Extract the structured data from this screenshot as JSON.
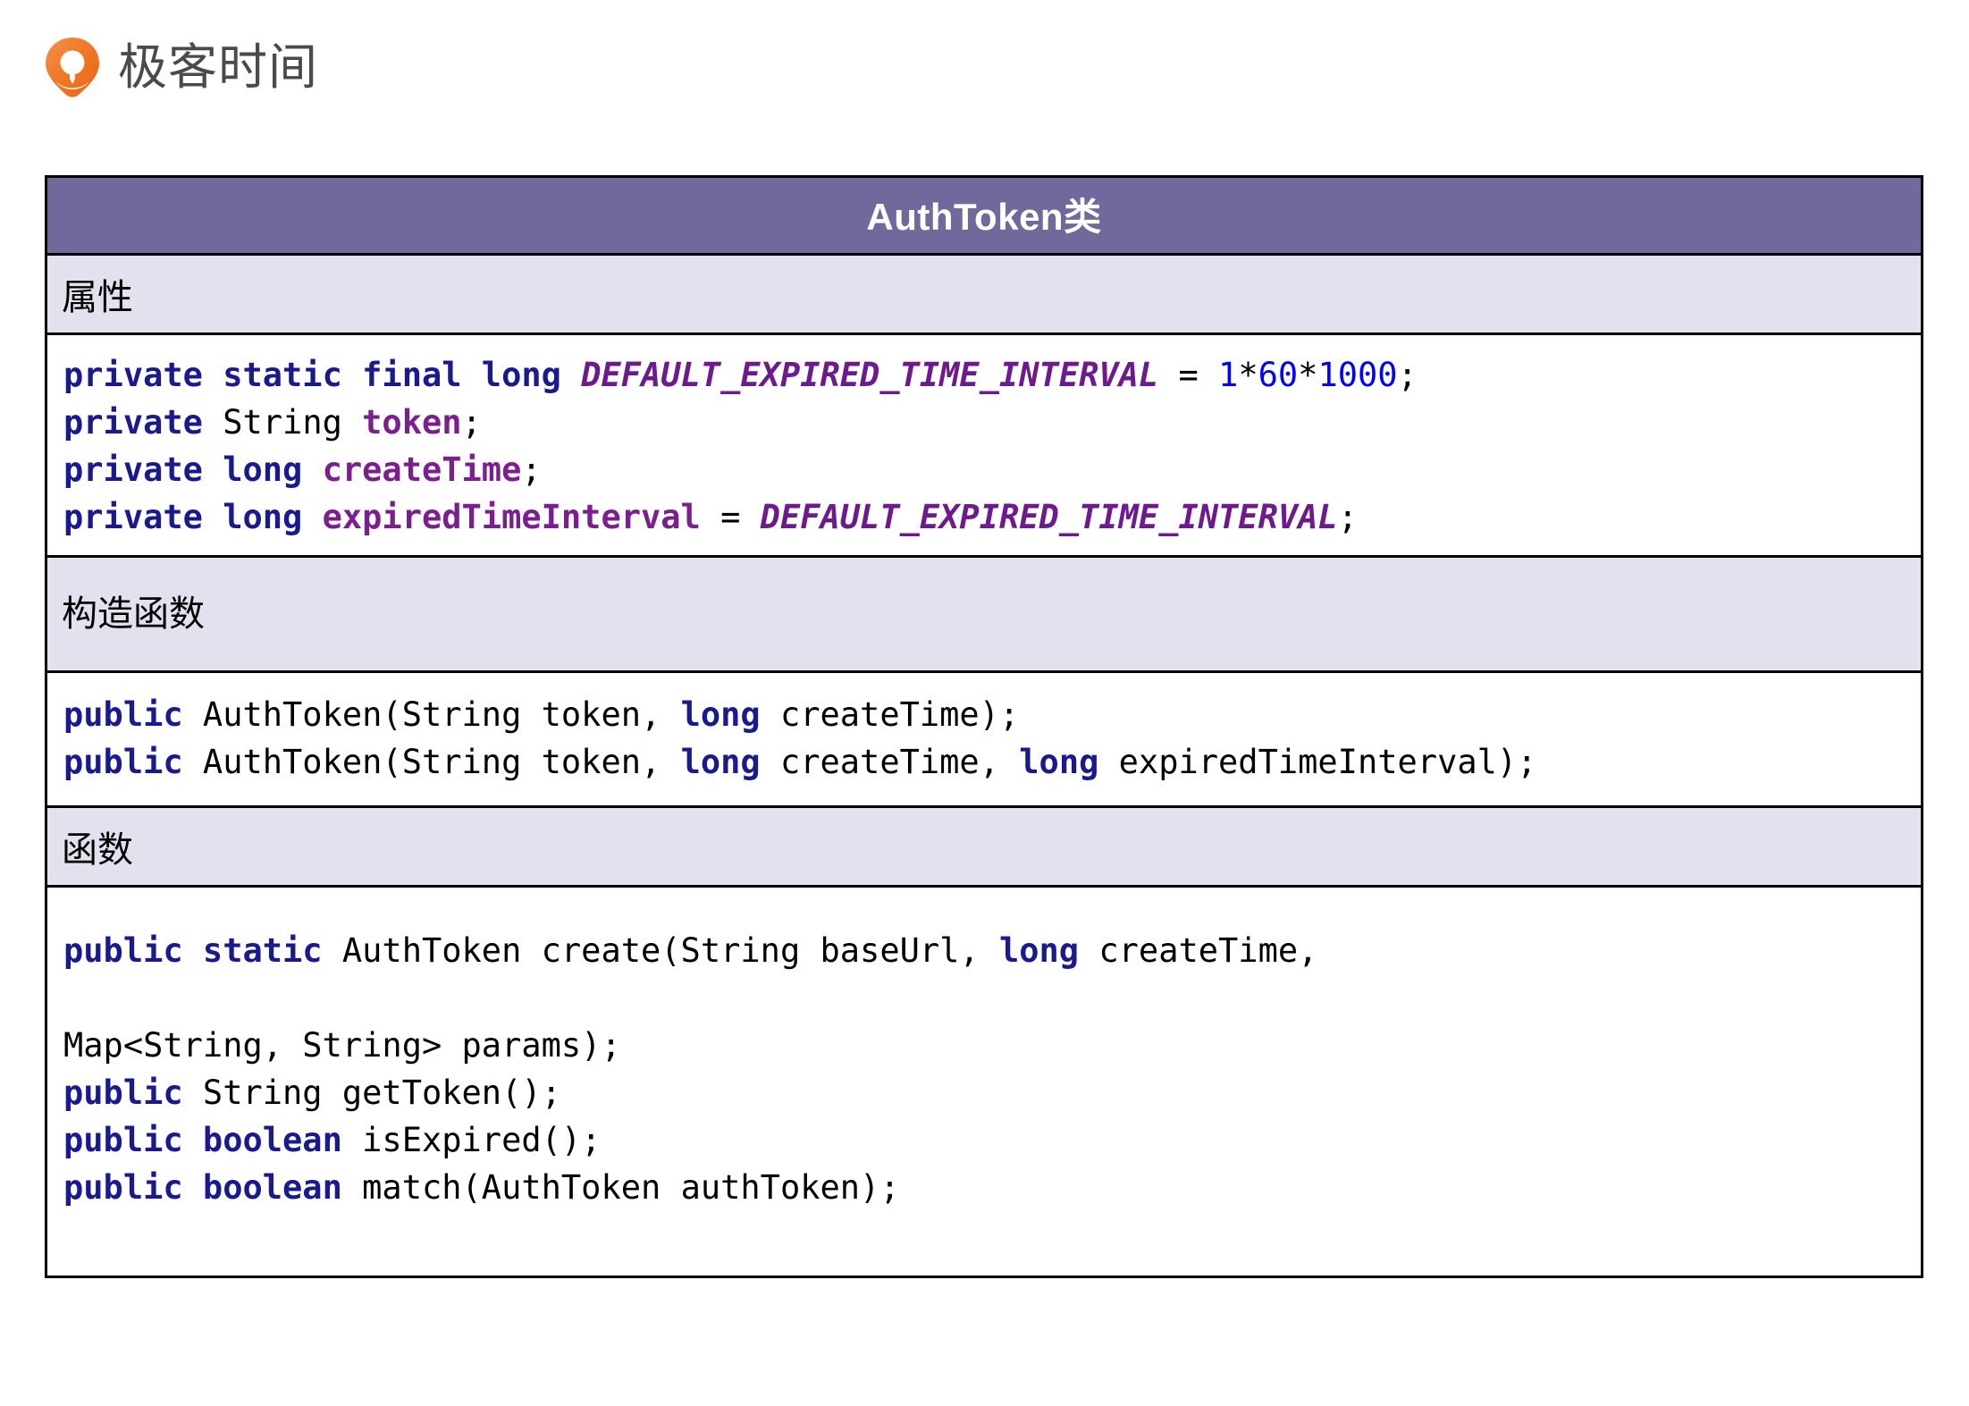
{
  "brand": {
    "logo_icon": "geektime-pin-icon",
    "name": "极客时间",
    "accent_color": "#ef7522"
  },
  "colors": {
    "header_bg": "#706a9c",
    "section_bg": "#e3e1ee",
    "border": "#000000",
    "keyword": "#1a1a8f",
    "number": "#0000ff",
    "constant": "#6d1b8c",
    "field": "#7c1f8e",
    "plain": "#000000"
  },
  "class_table": {
    "title": "AuthToken类",
    "sections": [
      {
        "label": "属性"
      },
      {
        "label": "构造函数"
      },
      {
        "label": "函数"
      }
    ],
    "attributes": [
      [
        {
          "t": "private static final long ",
          "c": "kw"
        },
        {
          "t": "DEFAULT_EXPIRED_TIME_INTERVAL",
          "c": "const"
        },
        {
          "t": " = ",
          "c": "plain"
        },
        {
          "t": "1",
          "c": "num"
        },
        {
          "t": "*",
          "c": "plain"
        },
        {
          "t": "60",
          "c": "num"
        },
        {
          "t": "*",
          "c": "plain"
        },
        {
          "t": "1000",
          "c": "num"
        },
        {
          "t": ";",
          "c": "plain"
        }
      ],
      [
        {
          "t": "private",
          "c": "kw"
        },
        {
          "t": " String ",
          "c": "plain"
        },
        {
          "t": "token",
          "c": "field"
        },
        {
          "t": ";",
          "c": "plain"
        }
      ],
      [
        {
          "t": "private long ",
          "c": "kw"
        },
        {
          "t": "createTime",
          "c": "field"
        },
        {
          "t": ";",
          "c": "plain"
        }
      ],
      [
        {
          "t": "private long ",
          "c": "kw"
        },
        {
          "t": "expiredTimeInterval",
          "c": "field"
        },
        {
          "t": " = ",
          "c": "plain"
        },
        {
          "t": "DEFAULT_EXPIRED_TIME_INTERVAL",
          "c": "const"
        },
        {
          "t": ";",
          "c": "plain"
        }
      ]
    ],
    "constructors": [
      [
        {
          "t": "public",
          "c": "kw"
        },
        {
          "t": " AuthToken(String token, ",
          "c": "plain"
        },
        {
          "t": "long",
          "c": "kw"
        },
        {
          "t": " createTime);",
          "c": "plain"
        }
      ],
      [
        {
          "t": "public",
          "c": "kw"
        },
        {
          "t": " AuthToken(String token, ",
          "c": "plain"
        },
        {
          "t": "long",
          "c": "kw"
        },
        {
          "t": " createTime, ",
          "c": "plain"
        },
        {
          "t": "long",
          "c": "kw"
        },
        {
          "t": " expiredTimeInterval);",
          "c": "plain"
        }
      ]
    ],
    "functions": [
      [
        {
          "t": "public static",
          "c": "kw"
        },
        {
          "t": " AuthToken create(String baseUrl, ",
          "c": "plain"
        },
        {
          "t": "long",
          "c": "kw"
        },
        {
          "t": " createTime,",
          "c": "plain"
        }
      ],
      [
        {
          "t": "",
          "c": "plain"
        }
      ],
      [
        {
          "t": "Map<String, String> params);",
          "c": "plain"
        }
      ],
      [
        {
          "t": "public",
          "c": "kw"
        },
        {
          "t": " String getToken();",
          "c": "plain"
        }
      ],
      [
        {
          "t": "public boolean",
          "c": "kw"
        },
        {
          "t": " isExpired();",
          "c": "plain"
        }
      ],
      [
        {
          "t": "public boolean",
          "c": "kw"
        },
        {
          "t": " match(AuthToken authToken);",
          "c": "plain"
        }
      ]
    ]
  }
}
